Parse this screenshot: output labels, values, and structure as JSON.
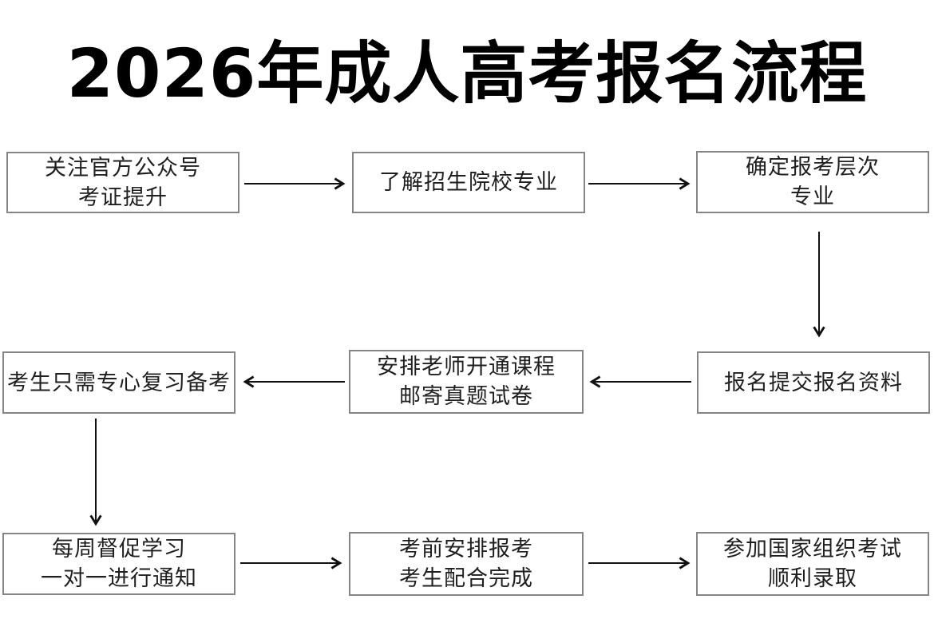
{
  "colors": {
    "page-bg": "#ffffff",
    "title-color": "#000000",
    "box-border": "#868686",
    "box-bg": "#ffffff",
    "box-text": "#1f1f1f",
    "arrow": "#111111"
  },
  "title": {
    "text": "2026年成人高考报名流程"
  },
  "flowchart": {
    "nodes": [
      {
        "step": 1,
        "lines": [
          "关注官方公众号",
          "考证提升"
        ]
      },
      {
        "step": 2,
        "lines": [
          "了解招生院校专业"
        ]
      },
      {
        "step": 3,
        "lines": [
          "确定报考层次",
          "专业"
        ]
      },
      {
        "step": 4,
        "lines": [
          "报名提交报名资料"
        ]
      },
      {
        "step": 5,
        "lines": [
          "安排老师开通课程",
          "邮寄真题试卷"
        ]
      },
      {
        "step": 6,
        "lines": [
          "考生只需专心复习备考"
        ]
      },
      {
        "step": 7,
        "lines": [
          "每周督促学习",
          "一对一进行通知"
        ]
      },
      {
        "step": 8,
        "lines": [
          "考前安排报考",
          "考生配合完成"
        ]
      },
      {
        "step": 9,
        "lines": [
          "参加国家组织考试",
          "顺利录取"
        ]
      }
    ],
    "connections": [
      {
        "from": 1,
        "to": 2,
        "direction": "right"
      },
      {
        "from": 2,
        "to": 3,
        "direction": "right"
      },
      {
        "from": 3,
        "to": 4,
        "direction": "down"
      },
      {
        "from": 4,
        "to": 5,
        "direction": "left"
      },
      {
        "from": 5,
        "to": 6,
        "direction": "left"
      },
      {
        "from": 6,
        "to": 7,
        "direction": "down"
      },
      {
        "from": 7,
        "to": 8,
        "direction": "right"
      },
      {
        "from": 8,
        "to": 9,
        "direction": "right"
      }
    ]
  }
}
